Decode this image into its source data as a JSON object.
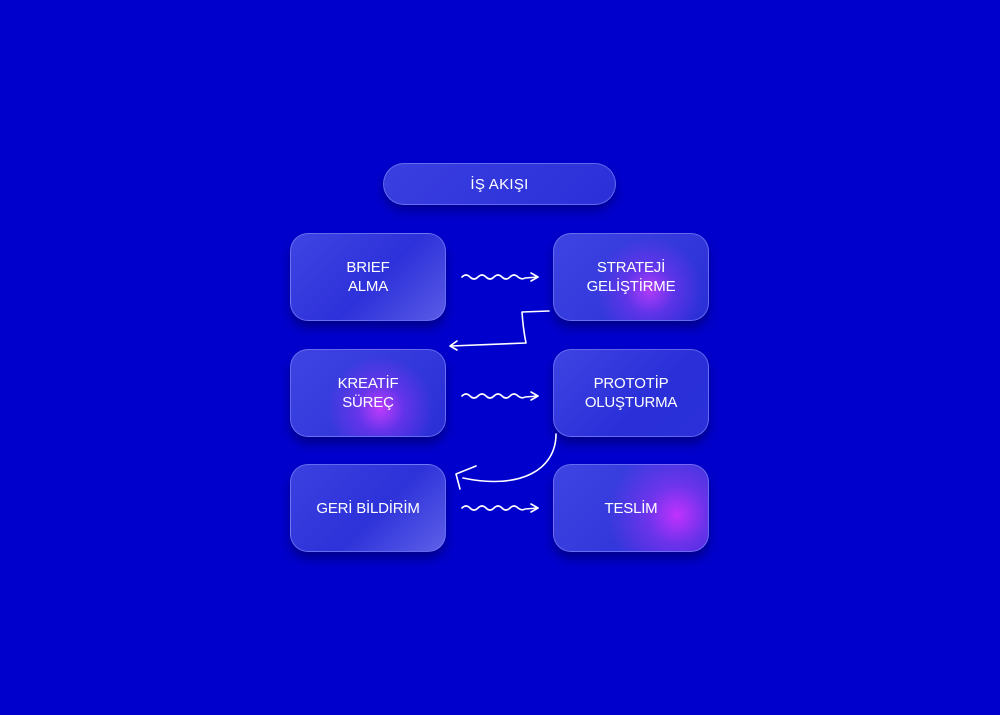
{
  "diagram": {
    "title": "İŞ AKIŞI",
    "nodes": {
      "brief": "BRIEF\nALMA",
      "strateji": "STRATEJİ\nGELİŞTİRME",
      "kreatif": "KREATİF\nSÜREÇ",
      "prototip": "PROTOTİP\nOLUŞTURMA",
      "geri": "GERİ BİLDİRİM",
      "teslim": "TESLİM"
    }
  },
  "colors": {
    "background": "#0000cd",
    "node_fill": "#2d31d9",
    "glow": "#c83cff",
    "arrow": "#ffffff"
  },
  "icons": {
    "connector_style": "hand-drawn-arrow"
  }
}
